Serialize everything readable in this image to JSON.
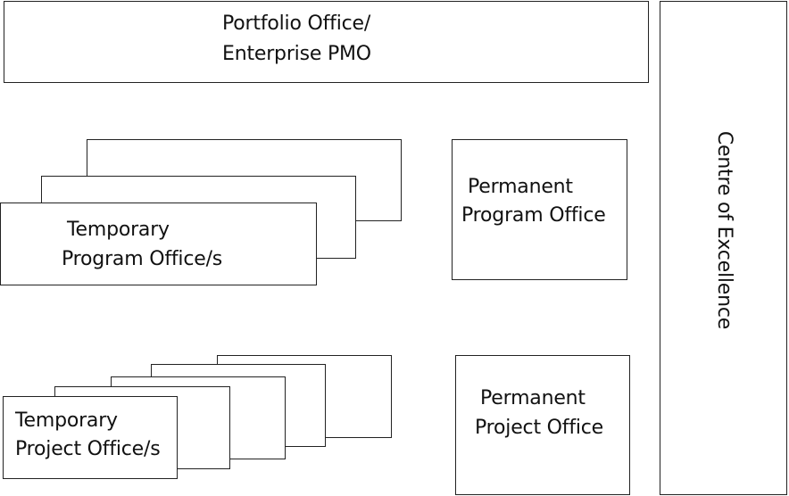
{
  "portfolio_office": {
    "line1": "Portfolio Office/",
    "line2": "Enterprise PMO"
  },
  "temporary_program_office": {
    "line1": "Temporary",
    "line2": "Program Office/s"
  },
  "permanent_program_office": {
    "line1": "Permanent",
    "line2": "Program Office"
  },
  "temporary_project_office": {
    "line1": "Temporary",
    "line2": "Project Office/s"
  },
  "permanent_project_office": {
    "line1": "Permanent",
    "line2": "Project Office"
  },
  "centre_of_excellence": {
    "label": "Centre of Excellence"
  }
}
